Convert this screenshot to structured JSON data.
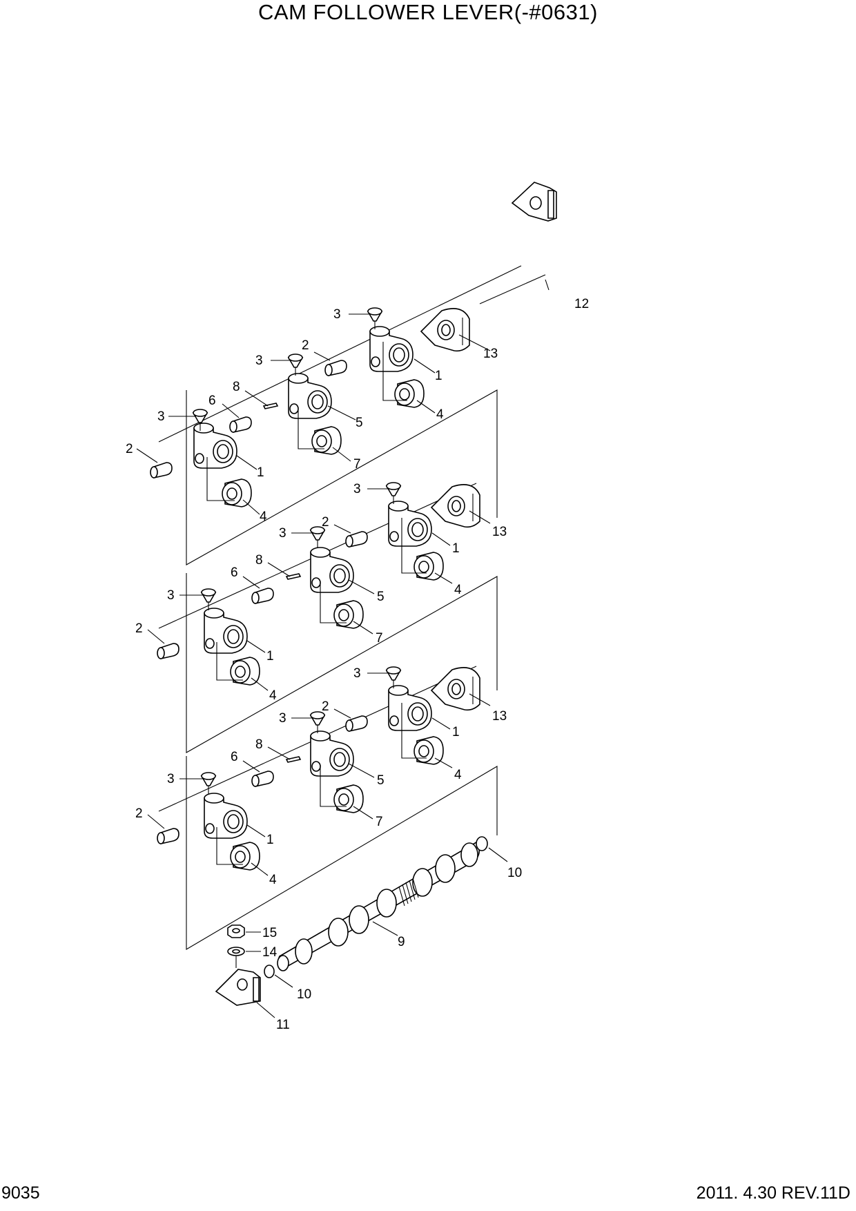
{
  "header": {
    "title": "CAM FOLLOWER LEVER(-#0631)"
  },
  "footer": {
    "page_number": "9035",
    "revision": "2011. 4.30  REV.11D"
  },
  "diagram": {
    "callouts": {
      "g1": [
        "3",
        "2",
        "3",
        "8",
        "6",
        "3",
        "2",
        "12",
        "13",
        "1",
        "4",
        "5",
        "7",
        "1",
        "4"
      ],
      "g2": [
        "3",
        "2",
        "3",
        "8",
        "6",
        "3",
        "2",
        "13",
        "1",
        "4",
        "5",
        "7",
        "1",
        "4"
      ],
      "g3": [
        "3",
        "2",
        "3",
        "8",
        "6",
        "3",
        "2",
        "13",
        "1",
        "4",
        "5",
        "7",
        "1",
        "4"
      ],
      "bottom": [
        "10",
        "9",
        "15",
        "14",
        "10",
        "11"
      ]
    }
  }
}
